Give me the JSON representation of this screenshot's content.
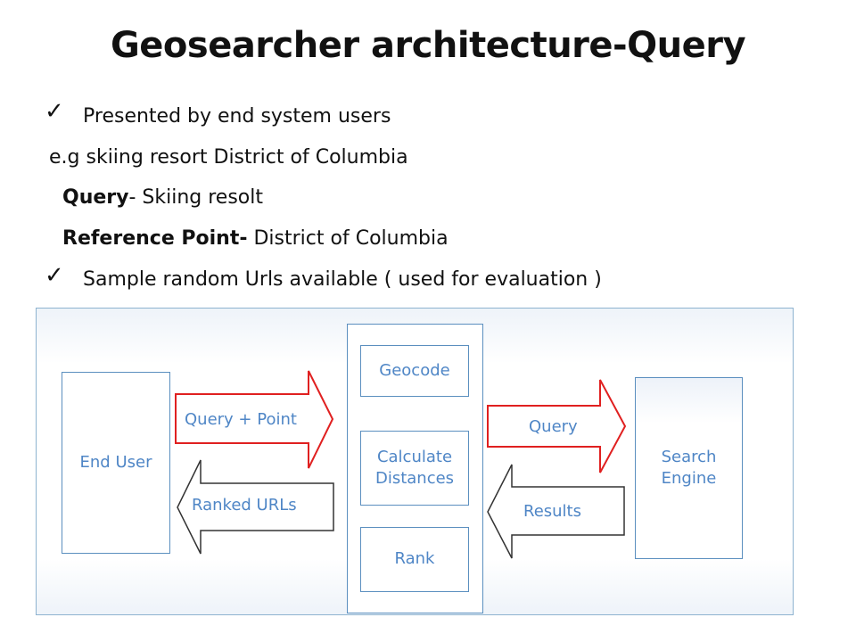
{
  "slide": {
    "title": "Geosearcher architecture-Query",
    "bullets": [
      {
        "text": "Presented by end system users"
      },
      {
        "text": "Sample random Urls  available ( used for evaluation )"
      }
    ],
    "example_line": "e.g skiing resort District of Columbia",
    "query_line": {
      "label": "Query",
      "text": "- Skiing resolt"
    },
    "reference_line": {
      "label": "Reference Point-",
      "text": " District of Columbia"
    }
  },
  "diagram": {
    "end_user": "End User",
    "steps": [
      "Geocode",
      "Calculate Distances",
      "Rank"
    ],
    "search_engine": "Search Engine",
    "arrows": {
      "query_point": "Query + Point",
      "ranked_urls": "Ranked  URLs",
      "query": "Query",
      "results": "Results"
    },
    "colors": {
      "highlight_arrow": "#e02020",
      "plain_arrow": "#333333",
      "text": "#4f86c6",
      "border": "#5b8fbf"
    }
  }
}
